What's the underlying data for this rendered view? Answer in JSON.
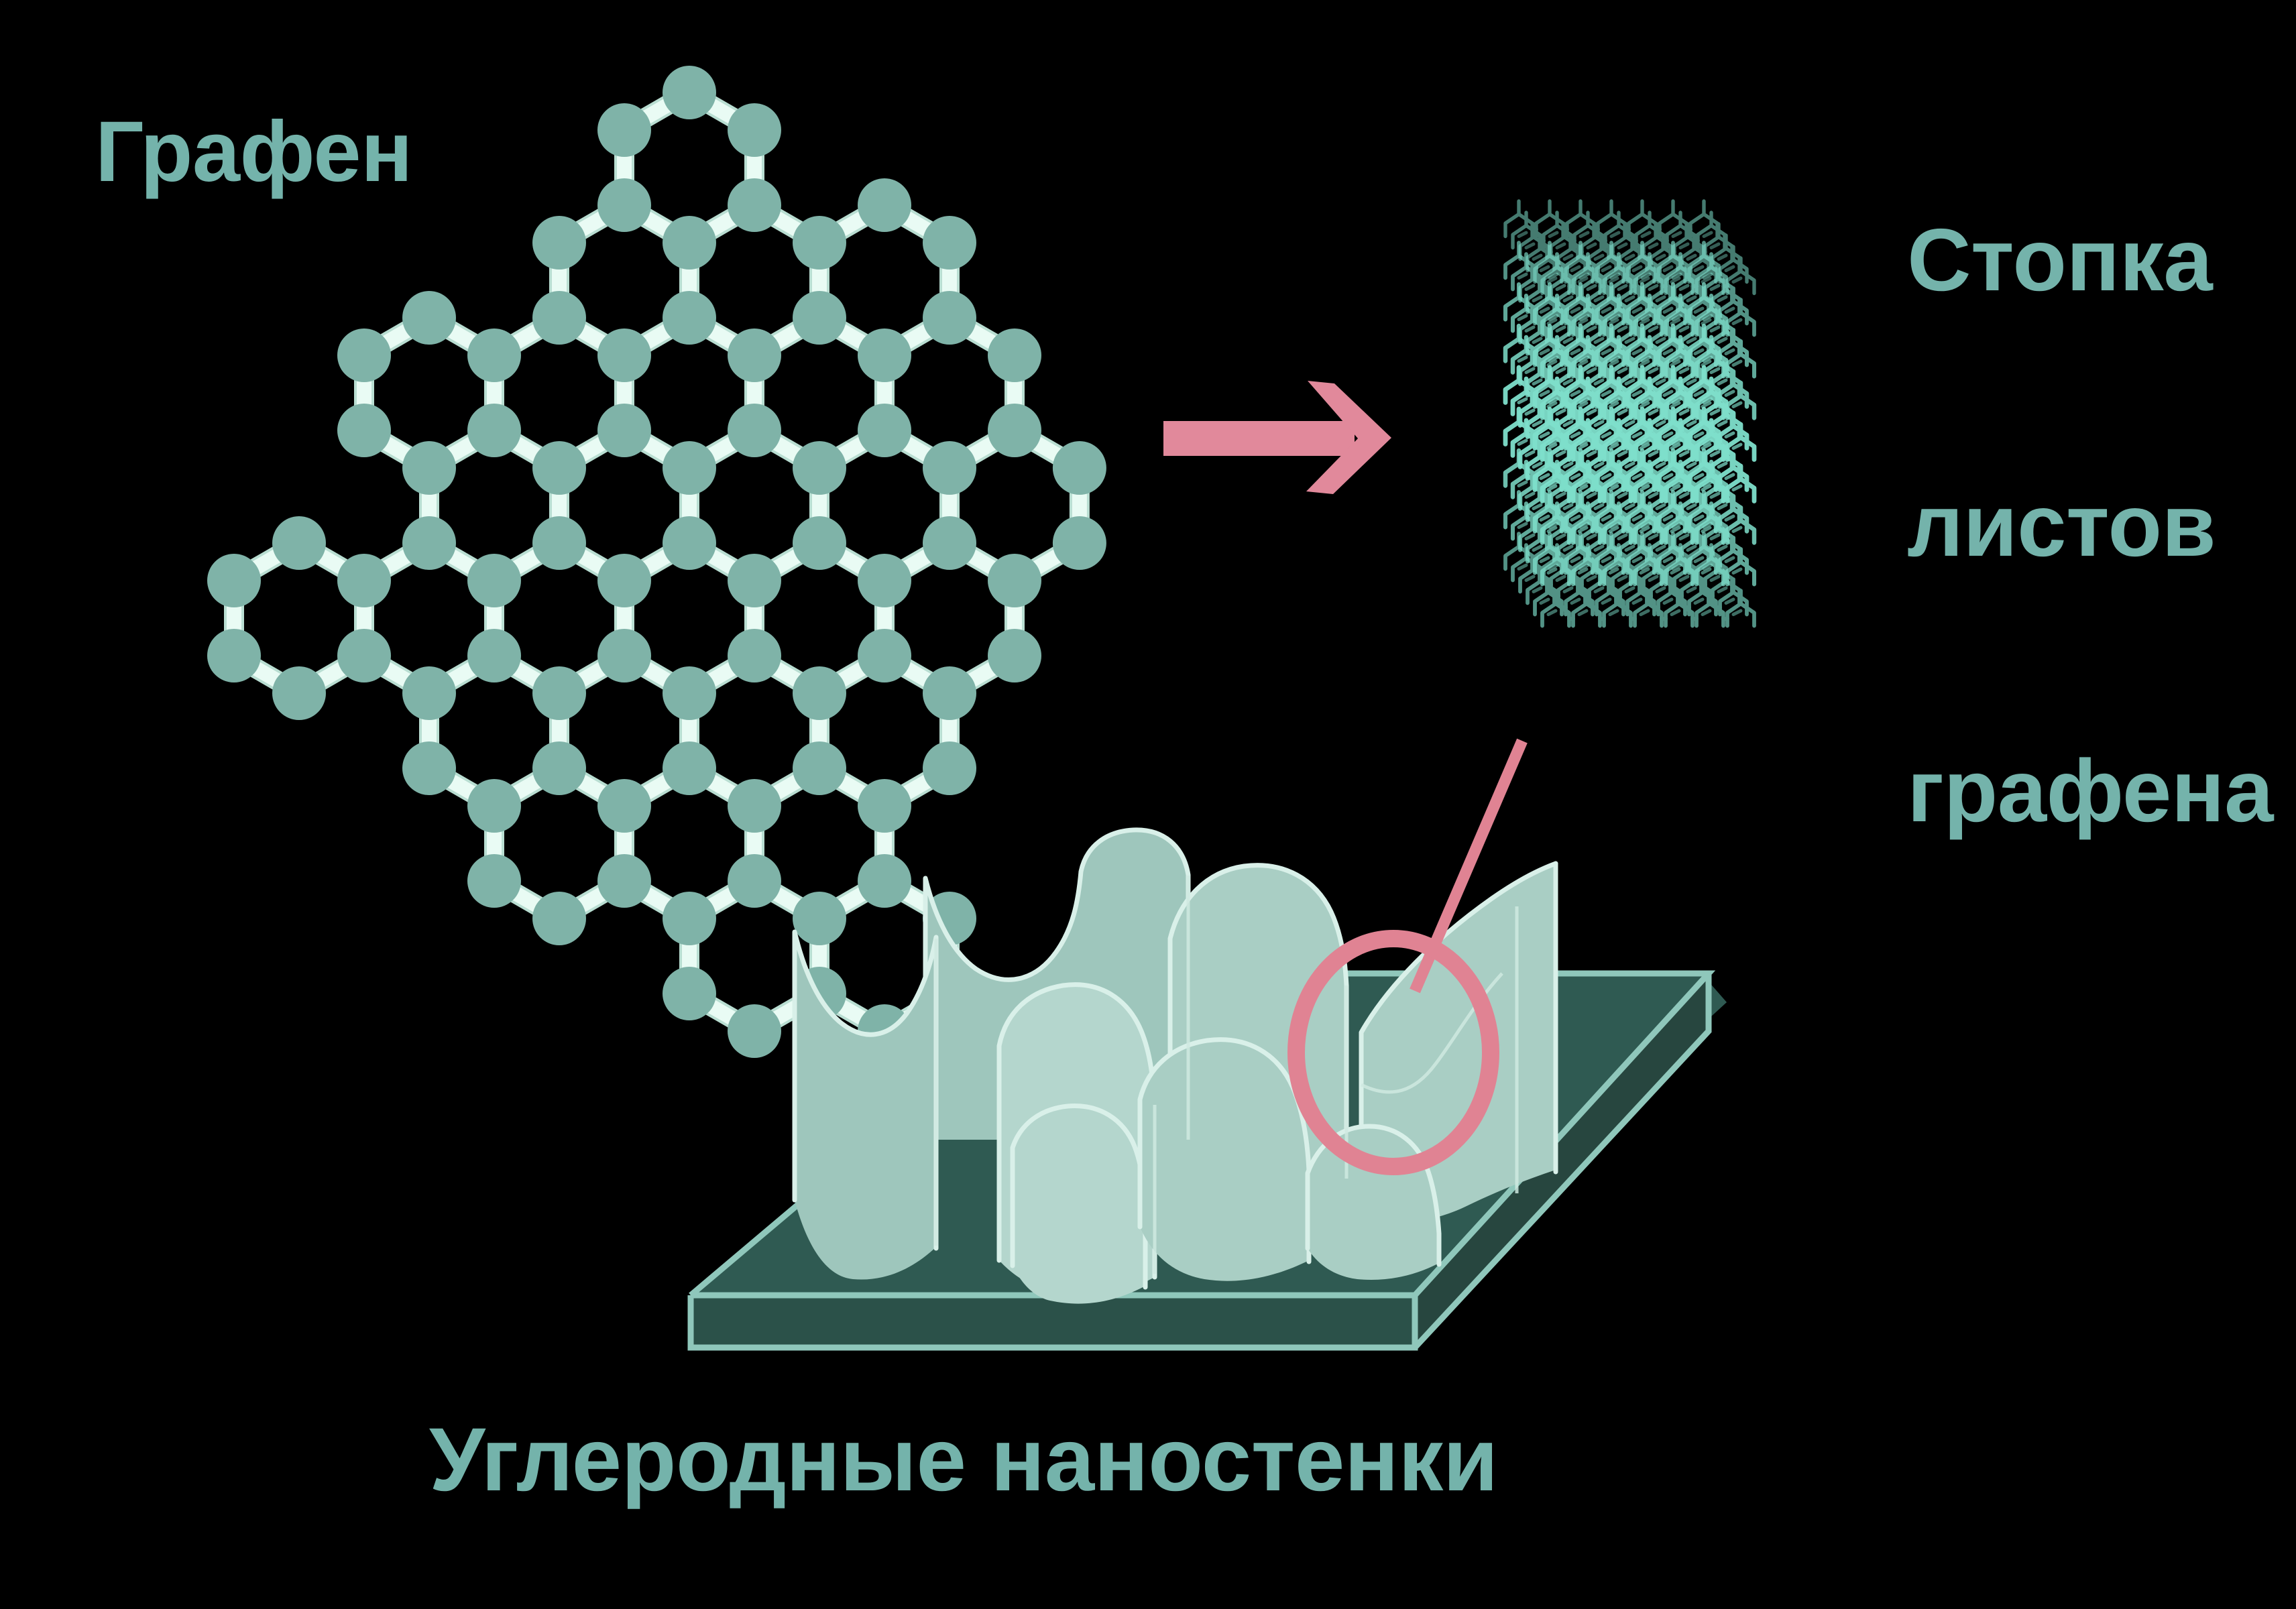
{
  "figure": {
    "background_color": "#000000",
    "accent_teal": "#74b3ab",
    "lattice_atom_color": "#7fb3a8",
    "lattice_bond_color": "#e9fbf4",
    "stack_color": "#7fe0cc",
    "wall_color": "#9ec6bc",
    "substrate_color": "#2f5a52",
    "pink_accent": "#e08393"
  },
  "labels": {
    "graphene": "Графен",
    "stack_line1": "Стопка",
    "stack_line2": "листов",
    "stack_line3": "графена",
    "nanowalls": "Углеродные наностенки"
  },
  "icons": {
    "arrow": "right-arrow-icon",
    "callout": "callout-circle-icon",
    "leader": "leader-line-icon"
  },
  "chart_data": {
    "type": "diagram",
    "title": "Углеродные наностенки",
    "panels": [
      {
        "id": "graphene-sheet",
        "label": "Графен",
        "description": "single-layer hexagonal carbon lattice"
      },
      {
        "id": "graphene-stack",
        "label": "Стопка листов графена",
        "description": "stacked graphene sheets, 3D lattice"
      },
      {
        "id": "carbon-nanowalls",
        "label": "Углеродные наностенки",
        "description": "vertical wavy graphene walls on substrate"
      }
    ],
    "flow": [
      {
        "from": "graphene-sheet",
        "to": "graphene-stack",
        "marker": "arrow"
      },
      {
        "from": "carbon-nanowalls",
        "to": "graphene-stack",
        "marker": "callout"
      }
    ]
  }
}
